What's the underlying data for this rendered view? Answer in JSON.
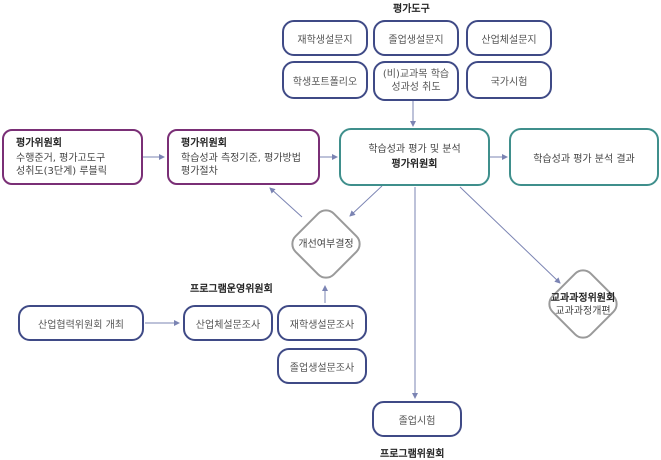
{
  "tools_title": "평가도구",
  "tools": [
    "재학생설문지",
    "졸업생설문지",
    "산업체설문지",
    "학생포트폴리오",
    "(비)교과목 학습\n성과성 취도",
    "국가시험"
  ],
  "committee_rubric": {
    "title": "평가위원회",
    "lines": [
      "수행준거, 평가고도구",
      "성취도(3단계) 루블릭"
    ]
  },
  "committee_method": {
    "title": "평가위원회",
    "lines": [
      "학습성과 측정기준, 평가방법",
      "평가절차"
    ]
  },
  "analysis": {
    "line1": "학습성과 평가 및 분석",
    "line2": "평가위원회"
  },
  "result": "학습성과 평가 분석 결과",
  "decision": "개선여부결정",
  "curriculum": {
    "line1": "교과과정위원회",
    "line2": "교과과정개편"
  },
  "program_ops_label": "프로그램운영위원회",
  "industry_meeting": "산업협력위원회 개최",
  "industry_survey": "산업체설문조사",
  "student_survey": "재학생설문조사",
  "graduate_survey": "졸업생설문조사",
  "graduate_exam": "졸업시험",
  "program_committee_label": "프로그램위원회"
}
